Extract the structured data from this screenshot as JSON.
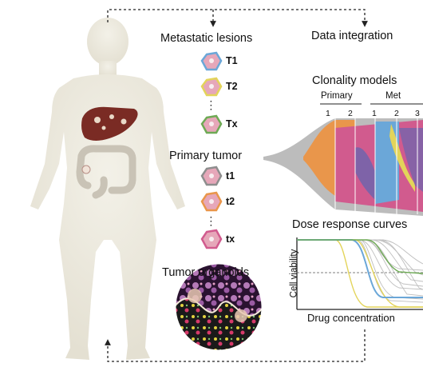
{
  "labels": {
    "metastatic_lesions": "Metastatic lesions",
    "data_integration": "Data integration",
    "primary_tumor": "Primary tumor",
    "tumor_organoids": "Tumor organoids",
    "clonality_models": "Clonality models",
    "primary": "Primary",
    "met": "Met",
    "dose_response_curves": "Dose response curves",
    "cell_viability": "Cell viability",
    "drug_concentration": "Drug concentration"
  },
  "metastatic_samples": [
    "T1",
    "T2",
    "Tx"
  ],
  "primary_samples": [
    "t1",
    "t2",
    "tx"
  ],
  "primary_region_ticks": [
    "1",
    "2"
  ],
  "met_region_ticks": [
    "1",
    "2",
    "3"
  ],
  "colors": {
    "body": "#efece1",
    "liver": "#7a2b24",
    "colon": "#c9c3b6",
    "dashed_arrow": "#222222",
    "blue": "#6ba7d8",
    "yellow": "#e3d45a",
    "green": "#6eaa55",
    "gray": "#8e8e8e",
    "orange": "#e9964b",
    "pink": "#d15b8e",
    "purple": "#7e63a8"
  }
}
